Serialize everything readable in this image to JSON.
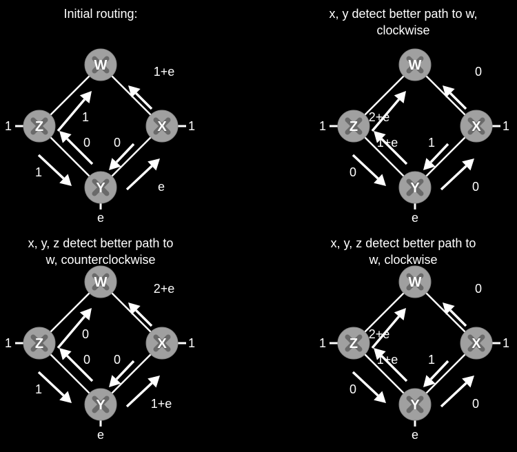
{
  "colors": {
    "background": "#000000",
    "line": "#ffffff",
    "node_fill": "#a0a0a0",
    "node_cross": "#6a6a6a"
  },
  "panels": [
    {
      "title_lines": [
        "Initial routing:"
      ],
      "nodes": {
        "w": "W",
        "z": "Z",
        "x": "X",
        "y": "Y"
      },
      "stubs": {
        "z": "1",
        "x": "1",
        "y": "e"
      },
      "arrows": {
        "x_to_w": "1+e",
        "z_to_w": "1",
        "y_to_z": "0",
        "x_to_y": "0",
        "z_to_y": "1",
        "y_to_x": "e"
      }
    },
    {
      "title_lines": [
        "x, y  detect better path to w,",
        "clockwise"
      ],
      "nodes": {
        "w": "W",
        "z": "Z",
        "x": "X",
        "y": "Y"
      },
      "stubs": {
        "z": "1",
        "x": "1",
        "y": "e"
      },
      "arrows": {
        "x_to_w": "0",
        "z_to_w": "2+e",
        "y_to_z": "1+e",
        "x_to_y": "1",
        "z_to_y": "0",
        "y_to_x": "0"
      }
    },
    {
      "title_lines": [
        "x, y, z detect better path to",
        "w, counterclockwise"
      ],
      "nodes": {
        "w": "W",
        "z": "Z",
        "x": "X",
        "y": "Y"
      },
      "stubs": {
        "z": "1",
        "x": "1",
        "y": "e"
      },
      "arrows": {
        "x_to_w": "2+e",
        "z_to_w": "0",
        "y_to_z": "0",
        "x_to_y": "0",
        "z_to_y": "1",
        "y_to_x": "1+e"
      }
    },
    {
      "title_lines": [
        "x, y, z detect better path to",
        "w, clockwise"
      ],
      "nodes": {
        "w": "W",
        "z": "Z",
        "x": "X",
        "y": "Y"
      },
      "stubs": {
        "z": "1",
        "x": "1",
        "y": "e"
      },
      "arrows": {
        "x_to_w": "0",
        "z_to_w": "2+e",
        "y_to_z": "1+e",
        "x_to_y": "1",
        "z_to_y": "0",
        "y_to_x": "0"
      }
    }
  ]
}
